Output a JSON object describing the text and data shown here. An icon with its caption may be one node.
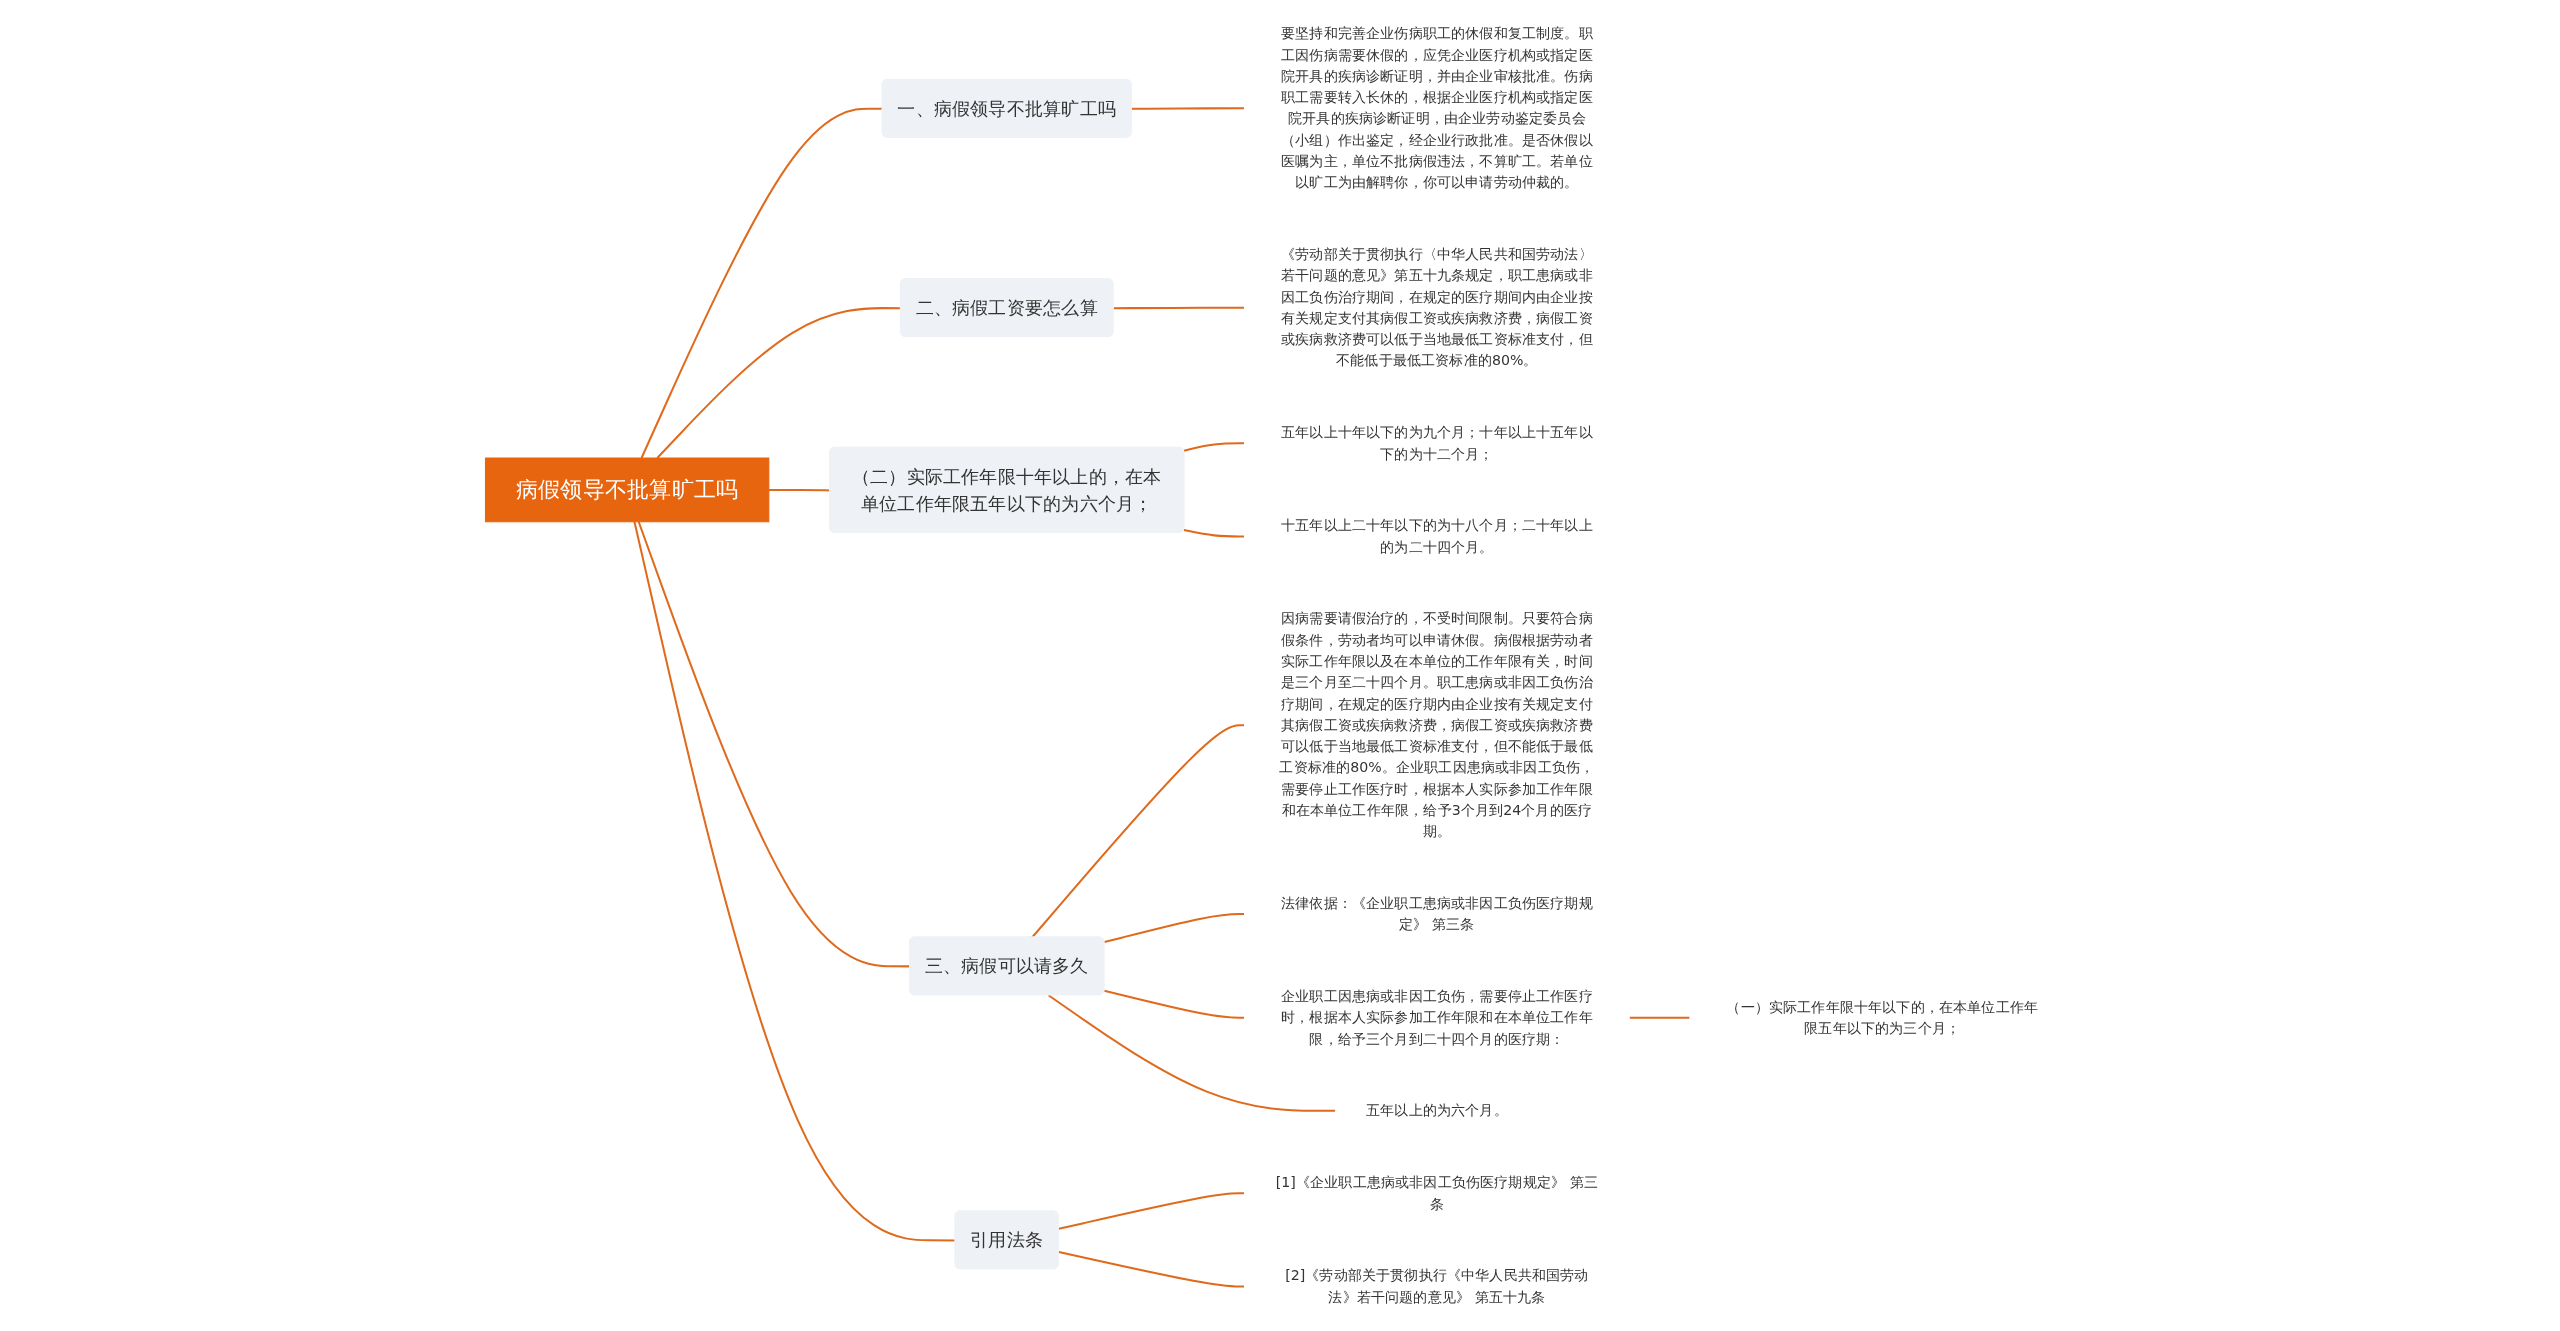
{
  "diagram": {
    "nodes": [
      {
        "text": [
          "病假领导不批算旷工吗"
        ]
      },
      {
        "text": [
          "一、病假领导不批算旷工吗"
        ]
      },
      {
        "text": [
          "要坚持和完善企业伤病职工的休假和复工制度。职工因伤病需要休假的，应凭企业医疗机构或指定医院开具的疾病诊断证明，并由企业审核批准。伤病职工需要转入长休的，根据企业医疗机构或指定医院开具的疾病诊断证明，由企业劳动鉴定委员会（小组）作出鉴定，经企业行政批准。是否休假以医嘱为主，单位不批病假违法，不算旷工。若单位以旷工为由解聘你，你可以申请劳动仲裁的。"
        ]
      },
      {
        "text": [
          "二、病假工资要怎么算"
        ]
      },
      {
        "text": [
          "《劳动部关于贯彻执行〈中华人民共和国劳动法〉若干问题的意见》第五十九条规定，职工患病或非因工负伤治疗期间，在规定的医疗期间内由企业按有关规定支付其病假工资或疾病救济费，病假工资或疾病救济费可以低于当地最低工资标准支付，但不能低于最低工资标准的80%。"
        ]
      },
      {
        "text": [
          "（二）实际工作年限十年以上的，在本单位工作年限五年以下的为六个月；"
        ]
      },
      {
        "text": [
          "五年以上十年以下的为九个月；十年以上十五年以下的为十二个月；"
        ]
      },
      {
        "text": [
          "十五年以上二十年以下的为十八个月；二十年以上的为二十四个月。"
        ]
      },
      {
        "text": [
          "三、病假可以请多久"
        ]
      },
      {
        "text": [
          "因病需要请假治疗的，不受时间限制。只要符合病假条件，劳动者均可以申请休假。病假根据劳动者实际工作年限以及在本单位的工作年限有关，时间是三个月至二十四个月。职工患病或非因工负伤治疗期间，在规定的医疗期内由企业按有关规定支付其病假工资或疾病救济费，病假工资或疾病救济费可以低于当地最低工资标准支付，但不能低于最低工资标准的80%。企业职工因患病或非因工负伤，需要停止工作医疗时，根据本人实际参加工作年限和在本单位工作年限，给予3个月到24个月的医疗期。"
        ]
      },
      {
        "text": [
          "法律依据：《企业职工患病或非因工负伤医疗期规定》 第三条"
        ]
      },
      {
        "text": [
          "企业职工因患病或非因工负伤，需要停止工作医疗时，根据本人实际参加工作年限和在本单位工作年限，给予三个月到二十四个月的医疗期："
        ]
      },
      {
        "text": [
          "（一）实际工作年限十年以下的，在本单位工作年限五年以下的为三个月；"
        ]
      },
      {
        "text": [
          "五年以上的为六个月。"
        ]
      },
      {
        "text": [
          "引用法条"
        ]
      },
      {
        "text": [
          "[1]《企业职工患病或非因工负伤医疗期规定》 第三条"
        ]
      },
      {
        "text": [
          "[2]《劳动部关于贯彻执行《中华人民共和国劳动法》若干问题的意见》 第五十九条"
        ]
      }
    ],
    "edges": [
      {
        "from": 0,
        "to": 1,
        "arrow": "none"
      },
      {
        "from": 1,
        "to": 2,
        "arrow": "none"
      },
      {
        "from": 0,
        "to": 3,
        "arrow": "none"
      },
      {
        "from": 3,
        "to": 4,
        "arrow": "none"
      },
      {
        "from": 0,
        "to": 5,
        "arrow": "none"
      },
      {
        "from": 5,
        "to": 6,
        "arrow": "none"
      },
      {
        "from": 5,
        "to": 7,
        "arrow": "none"
      },
      {
        "from": 0,
        "to": 8,
        "arrow": "none"
      },
      {
        "from": 8,
        "to": 9,
        "arrow": "none"
      },
      {
        "from": 8,
        "to": 10,
        "arrow": "none"
      },
      {
        "from": 8,
        "to": 11,
        "arrow": "none"
      },
      {
        "from": 11,
        "to": 12,
        "arrow": "none"
      },
      {
        "from": 8,
        "to": 13,
        "arrow": "none"
      },
      {
        "from": 0,
        "to": 14,
        "arrow": "none"
      },
      {
        "from": 14,
        "to": 15,
        "arrow": "none"
      },
      {
        "from": 14,
        "to": 16,
        "arrow": "none"
      }
    ]
  }
}
